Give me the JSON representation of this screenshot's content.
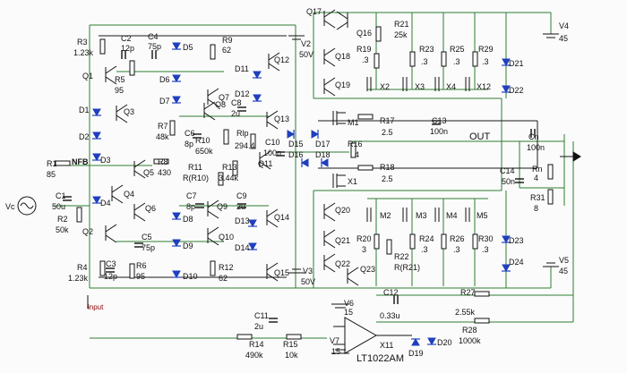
{
  "labels": {
    "R3": "R3",
    "R3v": "1.23k",
    "C2": "C2",
    "C2v": "12p",
    "C4": "C4",
    "C4v": "75p",
    "R9": "R9",
    "R9v": "62",
    "V2": "V2",
    "V2v": "50V",
    "Q17": "Q17",
    "Q16": "Q16",
    "Q18": "Q18",
    "Q19": "Q19",
    "R21": "R21",
    "R21v": "25k",
    "R19": "R19",
    "R19v": ".3",
    "R23": "R23",
    "R23v": ".3",
    "R25": "R25",
    "R25v": ".3",
    "R29": "R29",
    "R29v": ".3",
    "V4": "V4",
    "V4v": "45",
    "D21": "D21",
    "D22": "D22",
    "X2": "X2",
    "X3": "X3",
    "X4": "X4",
    "X12": "X12",
    "Q1": "Q1",
    "R5": "R5",
    "R5v": "95",
    "D5": "D5",
    "D6": "D6",
    "D7": "D7",
    "D11": "D11",
    "D12": "D12",
    "Q7": "Q7",
    "Q12": "Q12",
    "Q8": "Q8",
    "Q13": "Q13",
    "D1": "D1",
    "D2": "D2",
    "Q3": "Q3",
    "R7": "R7",
    "R7v": "48k",
    "C8": "C8",
    "C8v": "2u",
    "M1": "M1",
    "R17": "R17",
    "R17v": "2.5",
    "C13": "C13",
    "C13v": "100n",
    "OUT": "OUT",
    "Cn": "Cn",
    "Cnv": "100n",
    "C6": "C6",
    "C6v": "8p",
    "R10": "R10",
    "R10v": "650k",
    "Rlp": "Rlp",
    "Rlpv": "294.4",
    "C10": "C10",
    "C10v": "100n",
    "D15": "D15",
    "D17": "D17",
    "D16": "D16",
    "D18": "D18",
    "R16": "R16",
    "R16v": "4",
    "R1": "R1",
    "R1v": "85",
    "NFB": "NFB",
    "D3": "D3",
    "R8": "R8",
    "R8v": "430",
    "R11": "R11",
    "R11v": "R(R10)",
    "R13": "R13",
    "R13v": "3.44k",
    "Q11": "Q11",
    "R18": "R18",
    "R18v": "2.5",
    "Rn": "Rn",
    "Rnv": "4",
    "C14": "C14",
    "C14v": "50n",
    "Q5": "Q5",
    "Q4": "Q4",
    "Q6": "Q6",
    "C1": "C1",
    "C1v": "50u",
    "X1": "X1",
    "R31": "R31",
    "R31v": "8",
    "C7": "C7",
    "C7v": "8p",
    "C9": "C9",
    "C9v": "2u",
    "Q9": "Q9",
    "D8": "D8",
    "D4": "D4",
    "Vc": "Vc",
    "R2": "R2",
    "R2v": "50k",
    "Q14": "Q14",
    "D13": "D13",
    "Q10": "Q10",
    "Q20": "Q20",
    "M2": "M2",
    "M3": "M3",
    "M4": "M4",
    "M5": "M5",
    "Q2": "Q2",
    "C5": "C5",
    "C5v": "75p",
    "D9": "D9",
    "D14": "D14",
    "D23": "D23",
    "Q21": "Q21",
    "R20": "R20",
    "R20v": "3",
    "R24": "R24",
    "R24v": ".3",
    "R26": "R26",
    "R26v": ".3",
    "R30": "R30",
    "R30v": ".3",
    "R22": "R22",
    "R22v": "R(R21)",
    "C3": "C3",
    "C3v": "12p",
    "R6": "R6",
    "R6v": "95",
    "R12": "R12",
    "R12v": "62",
    "Q22": "Q22",
    "Q23": "Q23",
    "D24": "D24",
    "V5": "V5",
    "V5v": "45",
    "R4": "R4",
    "R4v": "1.23k",
    "D10": "D10",
    "Q15": "Q15",
    "V3": "V3",
    "V3v": "50V",
    "input": "input",
    "V6": "V6",
    "V6v": "15",
    "C12": "C12",
    "C12v": "0.33u",
    "R27": "R27",
    "R27v": "2.55k",
    "C11": "C11",
    "C11v": "2u",
    "R28": "R28",
    "R28v": "1000k",
    "V7": "V7",
    "V7v": "15",
    "X11": "X11",
    "D19": "D19",
    "D20": "D20",
    "R14": "R14",
    "R14v": "490k",
    "R15": "R15",
    "R15v": "10k",
    "LT": "LT1022AM"
  }
}
